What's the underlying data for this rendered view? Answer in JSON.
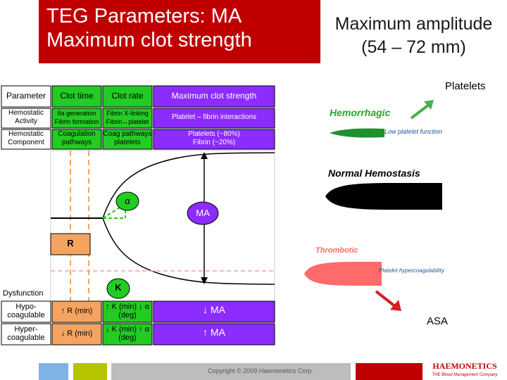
{
  "title": "TEG Parameters: MA\nMaximum clot strength",
  "subtitle": "Maximum amplitude\n(54 – 72 mm)",
  "platelets_label": "Platelets",
  "asa_label": "ASA",
  "table": {
    "headers": [
      "Parameter",
      "Clot time",
      "Clot rate",
      "Maximum clot strength"
    ],
    "rows": [
      {
        "label": "Hemostatic Activity",
        "c1": "IIa generation Fibrin formation",
        "c2": "Fibrin X-linking Fibrin↔platelet",
        "c3": "Platelet – fibrin interactions"
      },
      {
        "label": "Hemostatic Component",
        "c1": "Coagulation pathways",
        "c2": "Coag pathways platelets",
        "c3": "Platelets (~80%) Fibrin (~20%)"
      }
    ],
    "dysfunction_label": "Dysfunction",
    "dys_rows": [
      {
        "label": "Hypo- coagulable",
        "c1": "↑ R (min)",
        "c2": "↑ K (min) ↓ α (deg)",
        "c3": "↓ MA"
      },
      {
        "label": "Hyper- coagulable",
        "c1": "↓ R (min)",
        "c2": "↓ K (min) ↑ α (deg)",
        "c3": "↑ MA"
      }
    ]
  },
  "trace_labels": {
    "alpha": "α",
    "ma": "MA",
    "r": "R",
    "k": "K"
  },
  "tracings": {
    "hemorrhagic": "Hemorrhagic",
    "low_platelet": "Low platelet function",
    "normal": "Normal Hemostasis",
    "thrombotic": "Thrombotic",
    "platelet_hyper": "Platelet hypercoagulability"
  },
  "footer": {
    "copyright": "Copyright © 2009 Haemonetics Corp.",
    "logo": "HAEMONETICS",
    "logo_tagline": "THE Blood Management Company"
  },
  "colors": {
    "accent": "#c00000",
    "purple": "#8c2cff",
    "green": "#22cc22",
    "arrow_green": "#4caf50",
    "arrow_red": "#d62020"
  }
}
